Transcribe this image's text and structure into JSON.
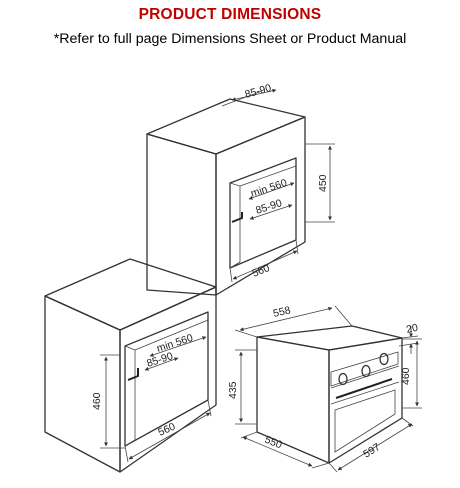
{
  "header": {
    "title": "PRODUCT DIMENSIONS",
    "subtitle": "*Refer to full page Dimensions Sheet or Product Manual",
    "title_color": "#c00000"
  },
  "tall_unit": {
    "top_depth": "85-90",
    "height": "450",
    "min_width": "min 560",
    "depth": "85-90",
    "width": "560"
  },
  "base_unit": {
    "min_width": "min 560",
    "depth": "85-90",
    "height": "460",
    "width": "560"
  },
  "oven": {
    "top_depth": "558",
    "front_height": "20",
    "body_height": "435",
    "height": "460",
    "depth": "550",
    "width": "597"
  }
}
